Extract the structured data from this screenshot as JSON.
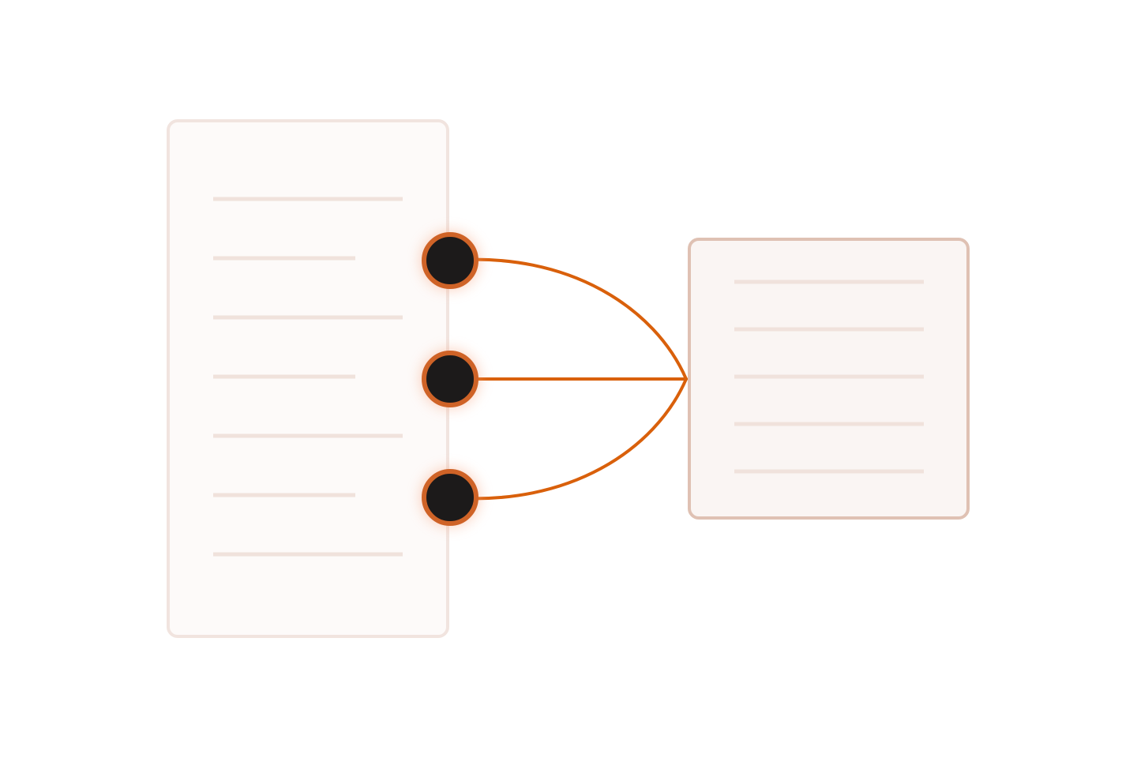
{
  "colors": {
    "background": "#ffffff",
    "left_card_fill": "#fdfaf9",
    "left_card_border": "#f1e4df",
    "right_card_fill": "#faf5f3",
    "right_card_border": "#dfc1b3",
    "placeholder_line": "#f0e2dc",
    "connector": "#d9600b",
    "node_fill": "#1c1a1a",
    "node_ring": "#cf6327",
    "node_glow": "#f6a07a"
  },
  "left_card": {
    "placeholder_lines": [
      "long",
      "short",
      "long",
      "short",
      "long",
      "short",
      "long"
    ]
  },
  "right_card": {
    "placeholder_lines": [
      "long",
      "long",
      "long",
      "long",
      "long"
    ]
  },
  "connector_nodes": [
    "top",
    "middle",
    "bottom"
  ],
  "connectors": [
    {
      "from": "top",
      "to": "right_card",
      "style": "curve"
    },
    {
      "from": "middle",
      "to": "right_card",
      "style": "straight"
    },
    {
      "from": "bottom",
      "to": "right_card",
      "style": "curve"
    }
  ]
}
